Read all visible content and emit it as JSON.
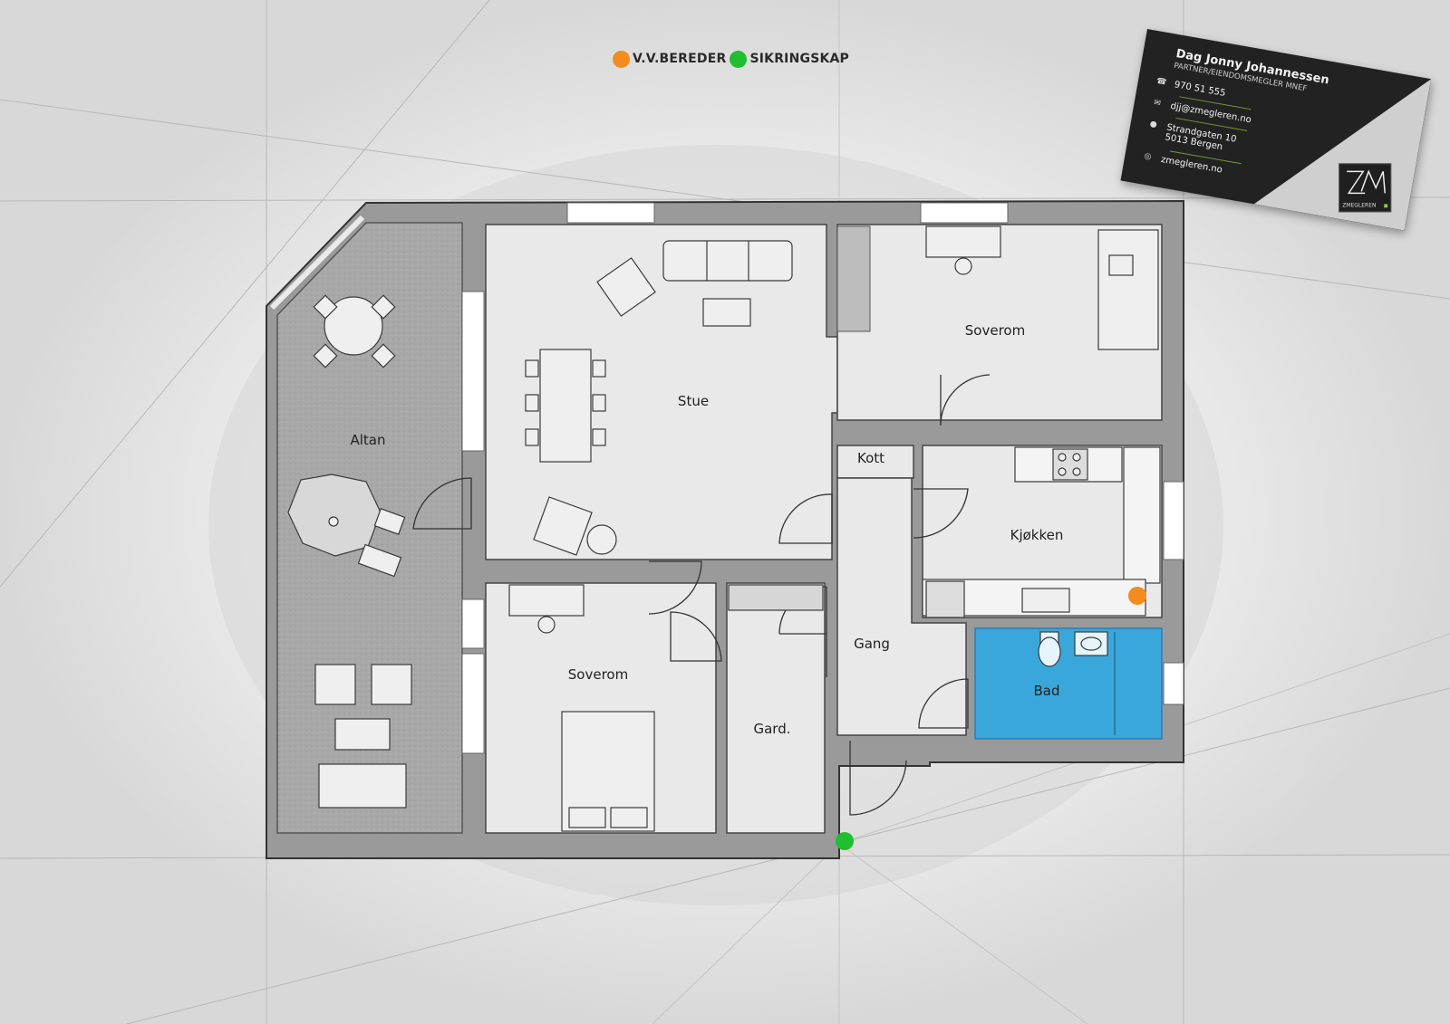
{
  "legend": {
    "items": [
      {
        "label": "V.V.BEREDER",
        "color": "#f28c1e"
      },
      {
        "label": "SIKRINGSKAP",
        "color": "#1fbf2f"
      }
    ]
  },
  "rooms": {
    "altan": "Altan",
    "stue": "Stue",
    "soverom_1": "Soverom",
    "soverom_2": "Soverom",
    "kott": "Kott",
    "kjokken": "Kjøkken",
    "gang": "Gang",
    "bad": "Bad",
    "gard": "Gard."
  },
  "colors": {
    "bathroom": "#3aa7dc",
    "walls": "#8a8a8a",
    "floor": "#e9e9e9",
    "balcony": "#a9a9a9"
  },
  "business_card": {
    "name": "Dag Jonny Johannessen",
    "role": "PARTNER/EIENDOMSMEGLER MNEF",
    "phone": "970 51 555",
    "email": "djj@zmegleren.no",
    "address_line1": "Strandgaten 10",
    "address_line2": "5013 Bergen",
    "website": "zmegleren.no",
    "logo_text": "ZMEGLEREN",
    "icons": [
      "phone-icon",
      "mail-icon",
      "location-pin-icon",
      "globe-icon"
    ]
  }
}
